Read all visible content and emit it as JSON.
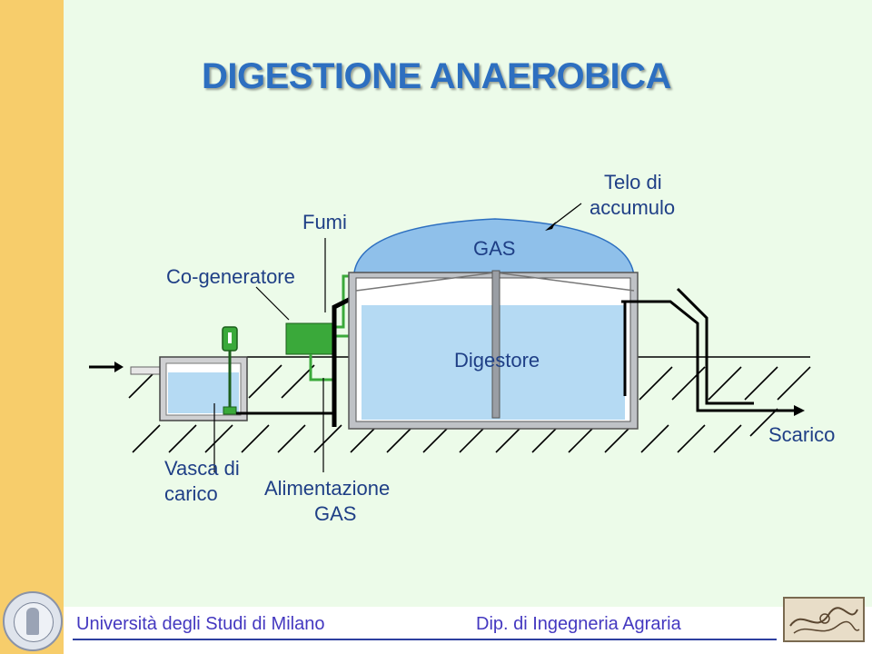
{
  "slide": {
    "title": "DIGESTIONE ANAEROBICA"
  },
  "labels": {
    "fumi": "Fumi",
    "co_generatore": "Co-generatore",
    "gas": "GAS",
    "telo_line1": "Telo di",
    "telo_line2": "accumulo",
    "digestore": "Digestore",
    "scarico": "Scarico",
    "vasca_line1": "Vasca di",
    "vasca_line2": "carico",
    "alimentazione_line1": "Alimentazione",
    "alimentazione_line2": "GAS"
  },
  "footer": {
    "university": "Università degli Studi di Milano",
    "department": "Dip. di Ingegneria Agraria"
  },
  "colors": {
    "title": "#2d6fc0",
    "label": "#1f3f86",
    "water": "#b5daf3",
    "dome": "#8fc0ea",
    "cogenerator": "#3aa93a",
    "ground_hatch": "#000000",
    "left_band": "#f7cd6b",
    "footer_text": "#4438c0"
  },
  "icons": {
    "left_seal": "university-seal-icon",
    "right_logo": "department-logo-icon"
  }
}
